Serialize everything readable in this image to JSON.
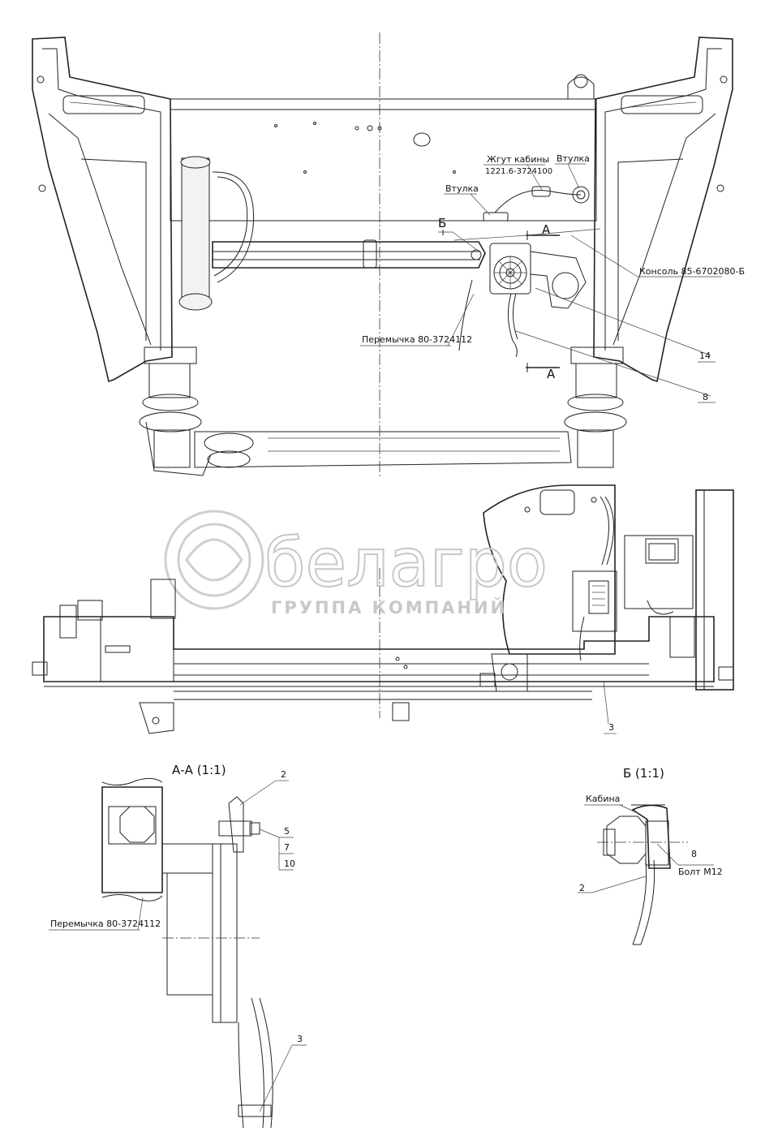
{
  "watermark": {
    "brand": "белагро",
    "subtitle": "ГРУППА КОМПАНИЙ"
  },
  "callouts": {
    "harness": "Жгут кабины",
    "harness_code": "1221.6-3724100",
    "bushing_right": "Втулка",
    "bushing_left": "Втулка",
    "console": "Консоль 85-6702080-Б",
    "jumper_top": "Перемычка 80-3724112",
    "section_b_mark": "Б",
    "section_a_mark_top": "А",
    "section_a_mark_bottom": "А",
    "pos_14": "14",
    "pos_8": "8",
    "pos_3_side": "3"
  },
  "section_aa": {
    "title": "А-А (1:1)",
    "pos_2": "2",
    "pos_5": "5",
    "pos_7": "7",
    "pos_10": "10",
    "jumper": "Перемычка 80-3724112",
    "pos_3": "3"
  },
  "section_b": {
    "title": "Б (1:1)",
    "cab": "Кабина",
    "pos_8": "8",
    "bolt": "Болт М12",
    "pos_2": "2"
  }
}
